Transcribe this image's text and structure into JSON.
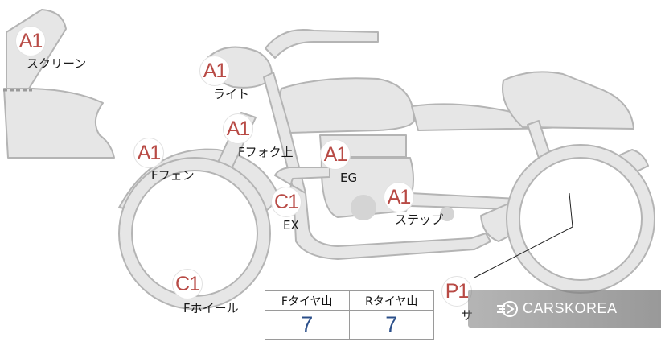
{
  "markers": [
    {
      "id": "screen",
      "grade": "A1",
      "label": "スクリーン"
    },
    {
      "id": "light",
      "grade": "A1",
      "label": "ライト"
    },
    {
      "id": "front-fork-upper",
      "grade": "A1",
      "label": "Fフォク上"
    },
    {
      "id": "front-fender",
      "grade": "A1",
      "label": "Fフェン"
    },
    {
      "id": "engine",
      "grade": "A1",
      "label": "EG"
    },
    {
      "id": "exhaust",
      "grade": "C1",
      "label": "EX"
    },
    {
      "id": "step",
      "grade": "A1",
      "label": "ステップ"
    },
    {
      "id": "front-wheel",
      "grade": "C1",
      "label": "Fホイール"
    },
    {
      "id": "rear-part",
      "grade": "P1",
      "label": "サ"
    }
  ],
  "tread_table": {
    "headers": [
      "Fタイヤ山",
      "Rタイヤ山"
    ],
    "values": [
      "7",
      "7"
    ]
  },
  "watermark": {
    "text": "CARSKOREA"
  },
  "colors": {
    "part_fill": "#e6e6e6",
    "part_stroke": "#b4b4b4",
    "marker_text": "#b84a45",
    "table_value": "#2b4f8a"
  }
}
